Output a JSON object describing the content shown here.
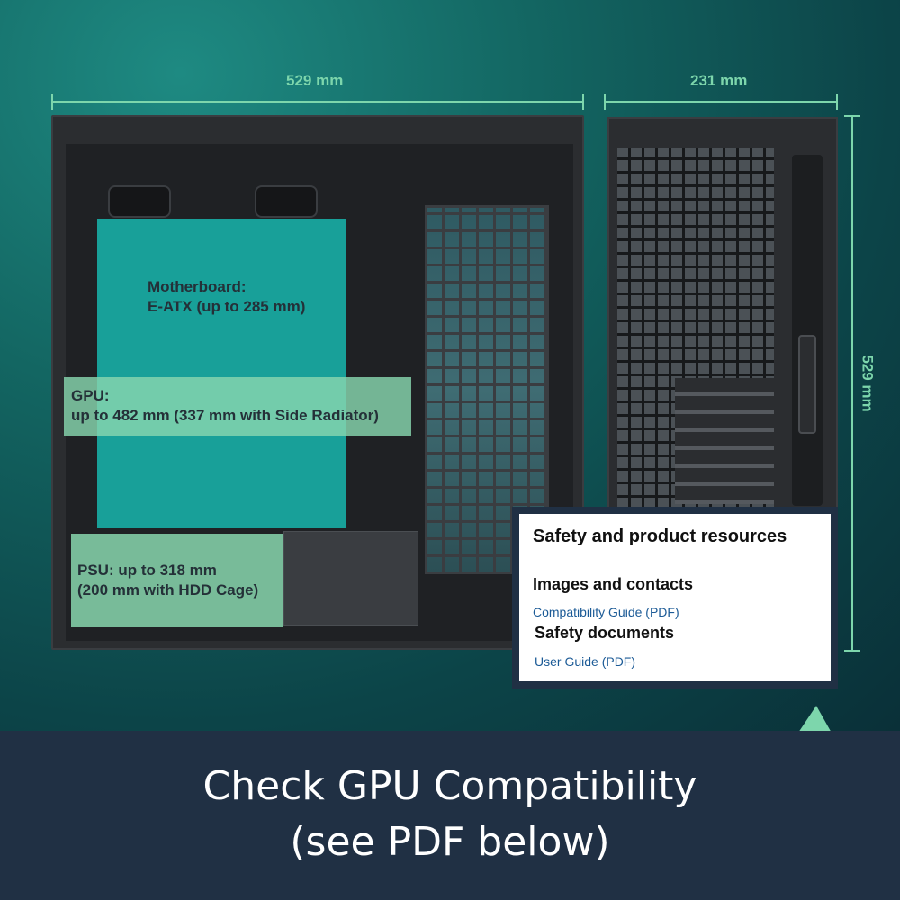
{
  "dimensions": {
    "side_width": "529 mm",
    "front_width": "231 mm",
    "height": "529 mm"
  },
  "overlays": {
    "motherboard_line1": "Motherboard:",
    "motherboard_line2": "E-ATX (up to 285 mm)",
    "gpu_line1": "GPU:",
    "gpu_line2": "up to 482 mm (337 mm with Side Radiator)",
    "psu_line1": "PSU: up to 318 mm",
    "psu_line2": "(200 mm with HDD Cage)"
  },
  "resources": {
    "title": "Safety and product resources",
    "section_images": "Images and contacts",
    "link_compatibility": "Compatibility Guide (PDF)",
    "section_safety": "Safety documents",
    "link_user_guide": "User Guide (PDF)"
  },
  "footer": {
    "line1": "Check GPU Compatibility",
    "line2": "(see PDF below)"
  },
  "colors": {
    "accent": "#7dd6ac",
    "footer_bg": "#203044",
    "motherboard_overlay": "#18b2aa",
    "gpu_psu_overlay": "#88d6ae",
    "link": "#1b5a96"
  }
}
